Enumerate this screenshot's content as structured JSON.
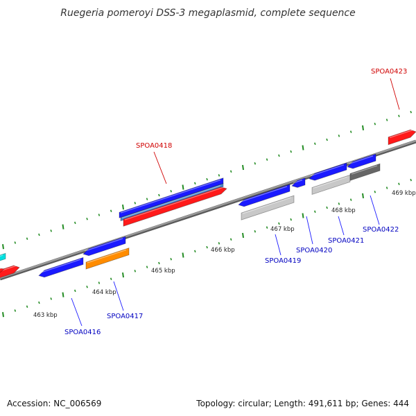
{
  "title": "Ruegeria pomeroyi DSS-3 megaplasmid, complete sequence",
  "footer": {
    "accession": "Accession: NC_006569",
    "info": "Topology: circular; Length: 491,611 bp; Genes: 444"
  },
  "colors": {
    "backbone": "#808080",
    "tick": "#228b22",
    "label_red": "#d00000",
    "label_blue": "#0000c0"
  },
  "kbp_ticks": [
    "463 kbp",
    "464 kbp",
    "465 kbp",
    "466 kbp",
    "467 kbp",
    "468 kbp",
    "469 kbp"
  ],
  "gene_labels": [
    {
      "text": "SPOA0416",
      "color": "#0000c0"
    },
    {
      "text": "SPOA0417",
      "color": "#0000c0"
    },
    {
      "text": "SPOA0418",
      "color": "#d00000"
    },
    {
      "text": "SPOA0419",
      "color": "#0000c0"
    },
    {
      "text": "SPOA0420",
      "color": "#0000c0"
    },
    {
      "text": "SPOA0421",
      "color": "#0000c0"
    },
    {
      "text": "SPOA0422",
      "color": "#0000c0"
    },
    {
      "text": "SPOA0423",
      "color": "#d00000"
    }
  ],
  "feature_colors": {
    "blue": "#1a1aff",
    "red": "#ff1a1a",
    "steel": "#4a86c8",
    "orange": "#ff8c00",
    "lightgray": "#c8c8c8",
    "darkgray": "#666666",
    "cyan": "#00e0e0"
  }
}
